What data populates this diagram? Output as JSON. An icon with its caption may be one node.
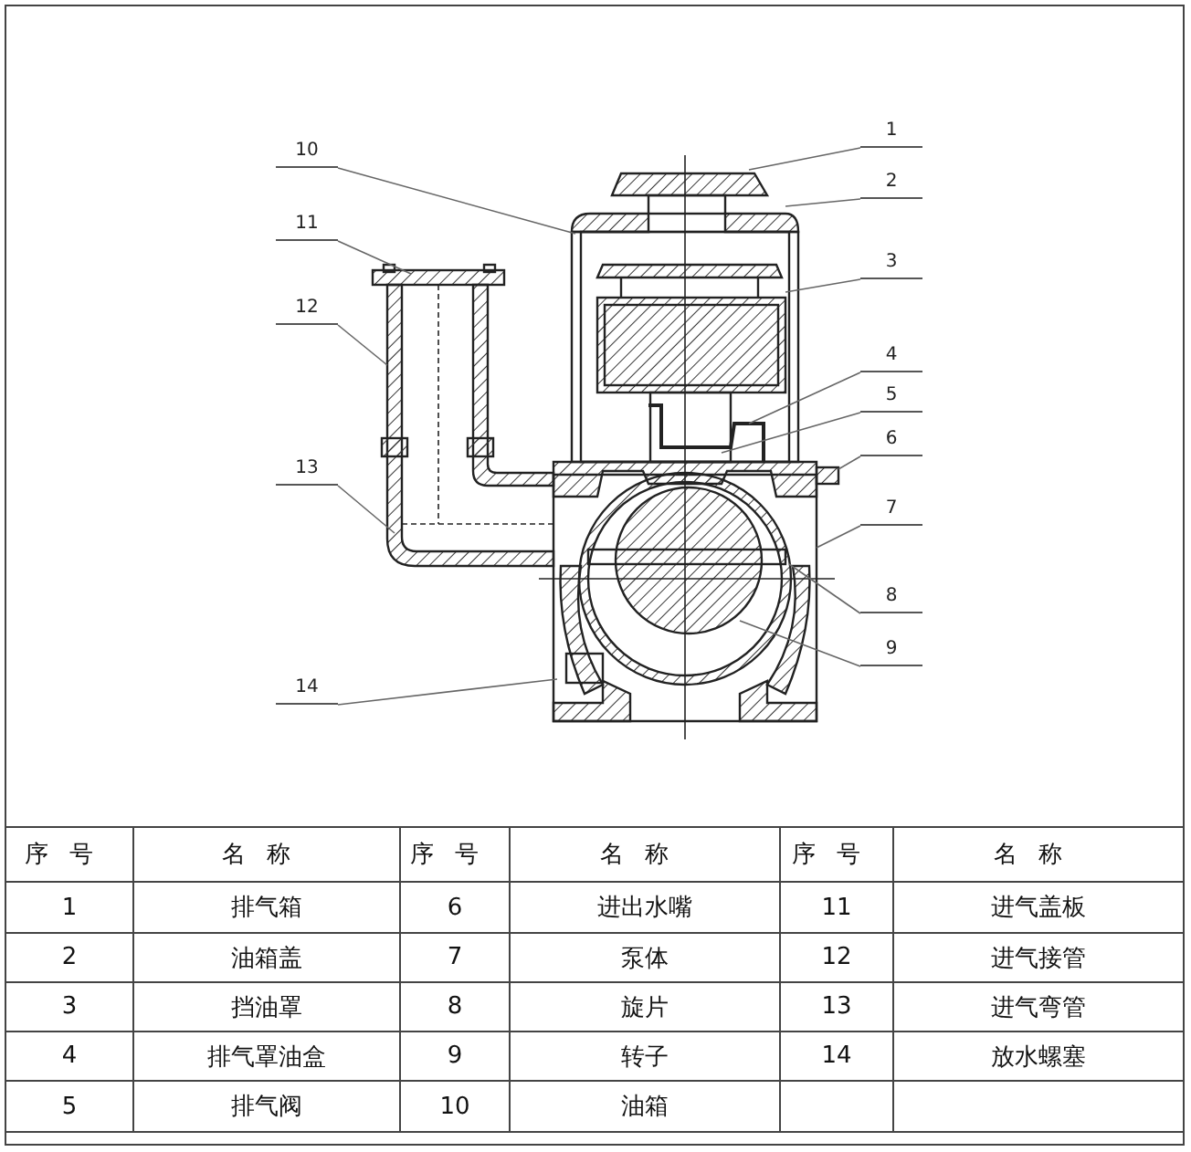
{
  "diagram": {
    "nodes": [
      {
        "text": [
          "1"
        ]
      },
      {
        "text": [
          "2"
        ]
      },
      {
        "text": [
          "3"
        ]
      },
      {
        "text": [
          "4"
        ]
      },
      {
        "text": [
          "5"
        ]
      },
      {
        "text": [
          "6"
        ]
      },
      {
        "text": [
          "7"
        ]
      },
      {
        "text": [
          "8"
        ]
      },
      {
        "text": [
          "9"
        ]
      },
      {
        "text": [
          "10"
        ]
      },
      {
        "text": [
          "11"
        ]
      },
      {
        "text": [
          "12"
        ]
      },
      {
        "text": [
          "13"
        ]
      },
      {
        "text": [
          "14"
        ]
      }
    ],
    "edges": [
      {
        "from": 0,
        "to": null,
        "arrow": "none"
      },
      {
        "from": 1,
        "to": null,
        "arrow": "none"
      },
      {
        "from": 2,
        "to": null,
        "arrow": "none"
      },
      {
        "from": 3,
        "to": null,
        "arrow": "none"
      },
      {
        "from": 4,
        "to": null,
        "arrow": "none"
      },
      {
        "from": 5,
        "to": null,
        "arrow": "none"
      },
      {
        "from": 6,
        "to": null,
        "arrow": "none"
      },
      {
        "from": 7,
        "to": null,
        "arrow": "none"
      },
      {
        "from": 8,
        "to": null,
        "arrow": "none"
      },
      {
        "from": 9,
        "to": null,
        "arrow": "none"
      },
      {
        "from": 10,
        "to": null,
        "arrow": "none"
      },
      {
        "from": 11,
        "to": null,
        "arrow": "none"
      },
      {
        "from": 12,
        "to": null,
        "arrow": "none"
      },
      {
        "from": 13,
        "to": null,
        "arrow": "none"
      }
    ],
    "labels": [
      "序号",
      "名称",
      "序号",
      "名称",
      "序号",
      "名称",
      "1",
      "排气箱",
      "6",
      "进出水嘴",
      "11",
      "进气盖板",
      "2",
      "油箱盖",
      "7",
      "泵体",
      "12",
      "进气接管",
      "3",
      "挡油罩",
      "8",
      "旋片",
      "13",
      "进气弯管",
      "4",
      "排气罩油盒",
      "9",
      "转子",
      "14",
      "放水螺塞",
      "5",
      "排气阀",
      "10",
      "油箱"
    ]
  }
}
